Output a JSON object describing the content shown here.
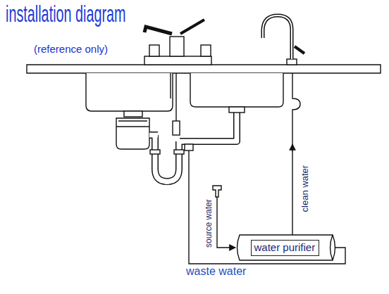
{
  "diagram": {
    "title": "installation diagram",
    "nodes": [
      {
        "text": [
          "water purifier"
        ]
      }
    ],
    "labels": [
      "(reference only)",
      "source water",
      "clean water",
      "waste water"
    ]
  }
}
